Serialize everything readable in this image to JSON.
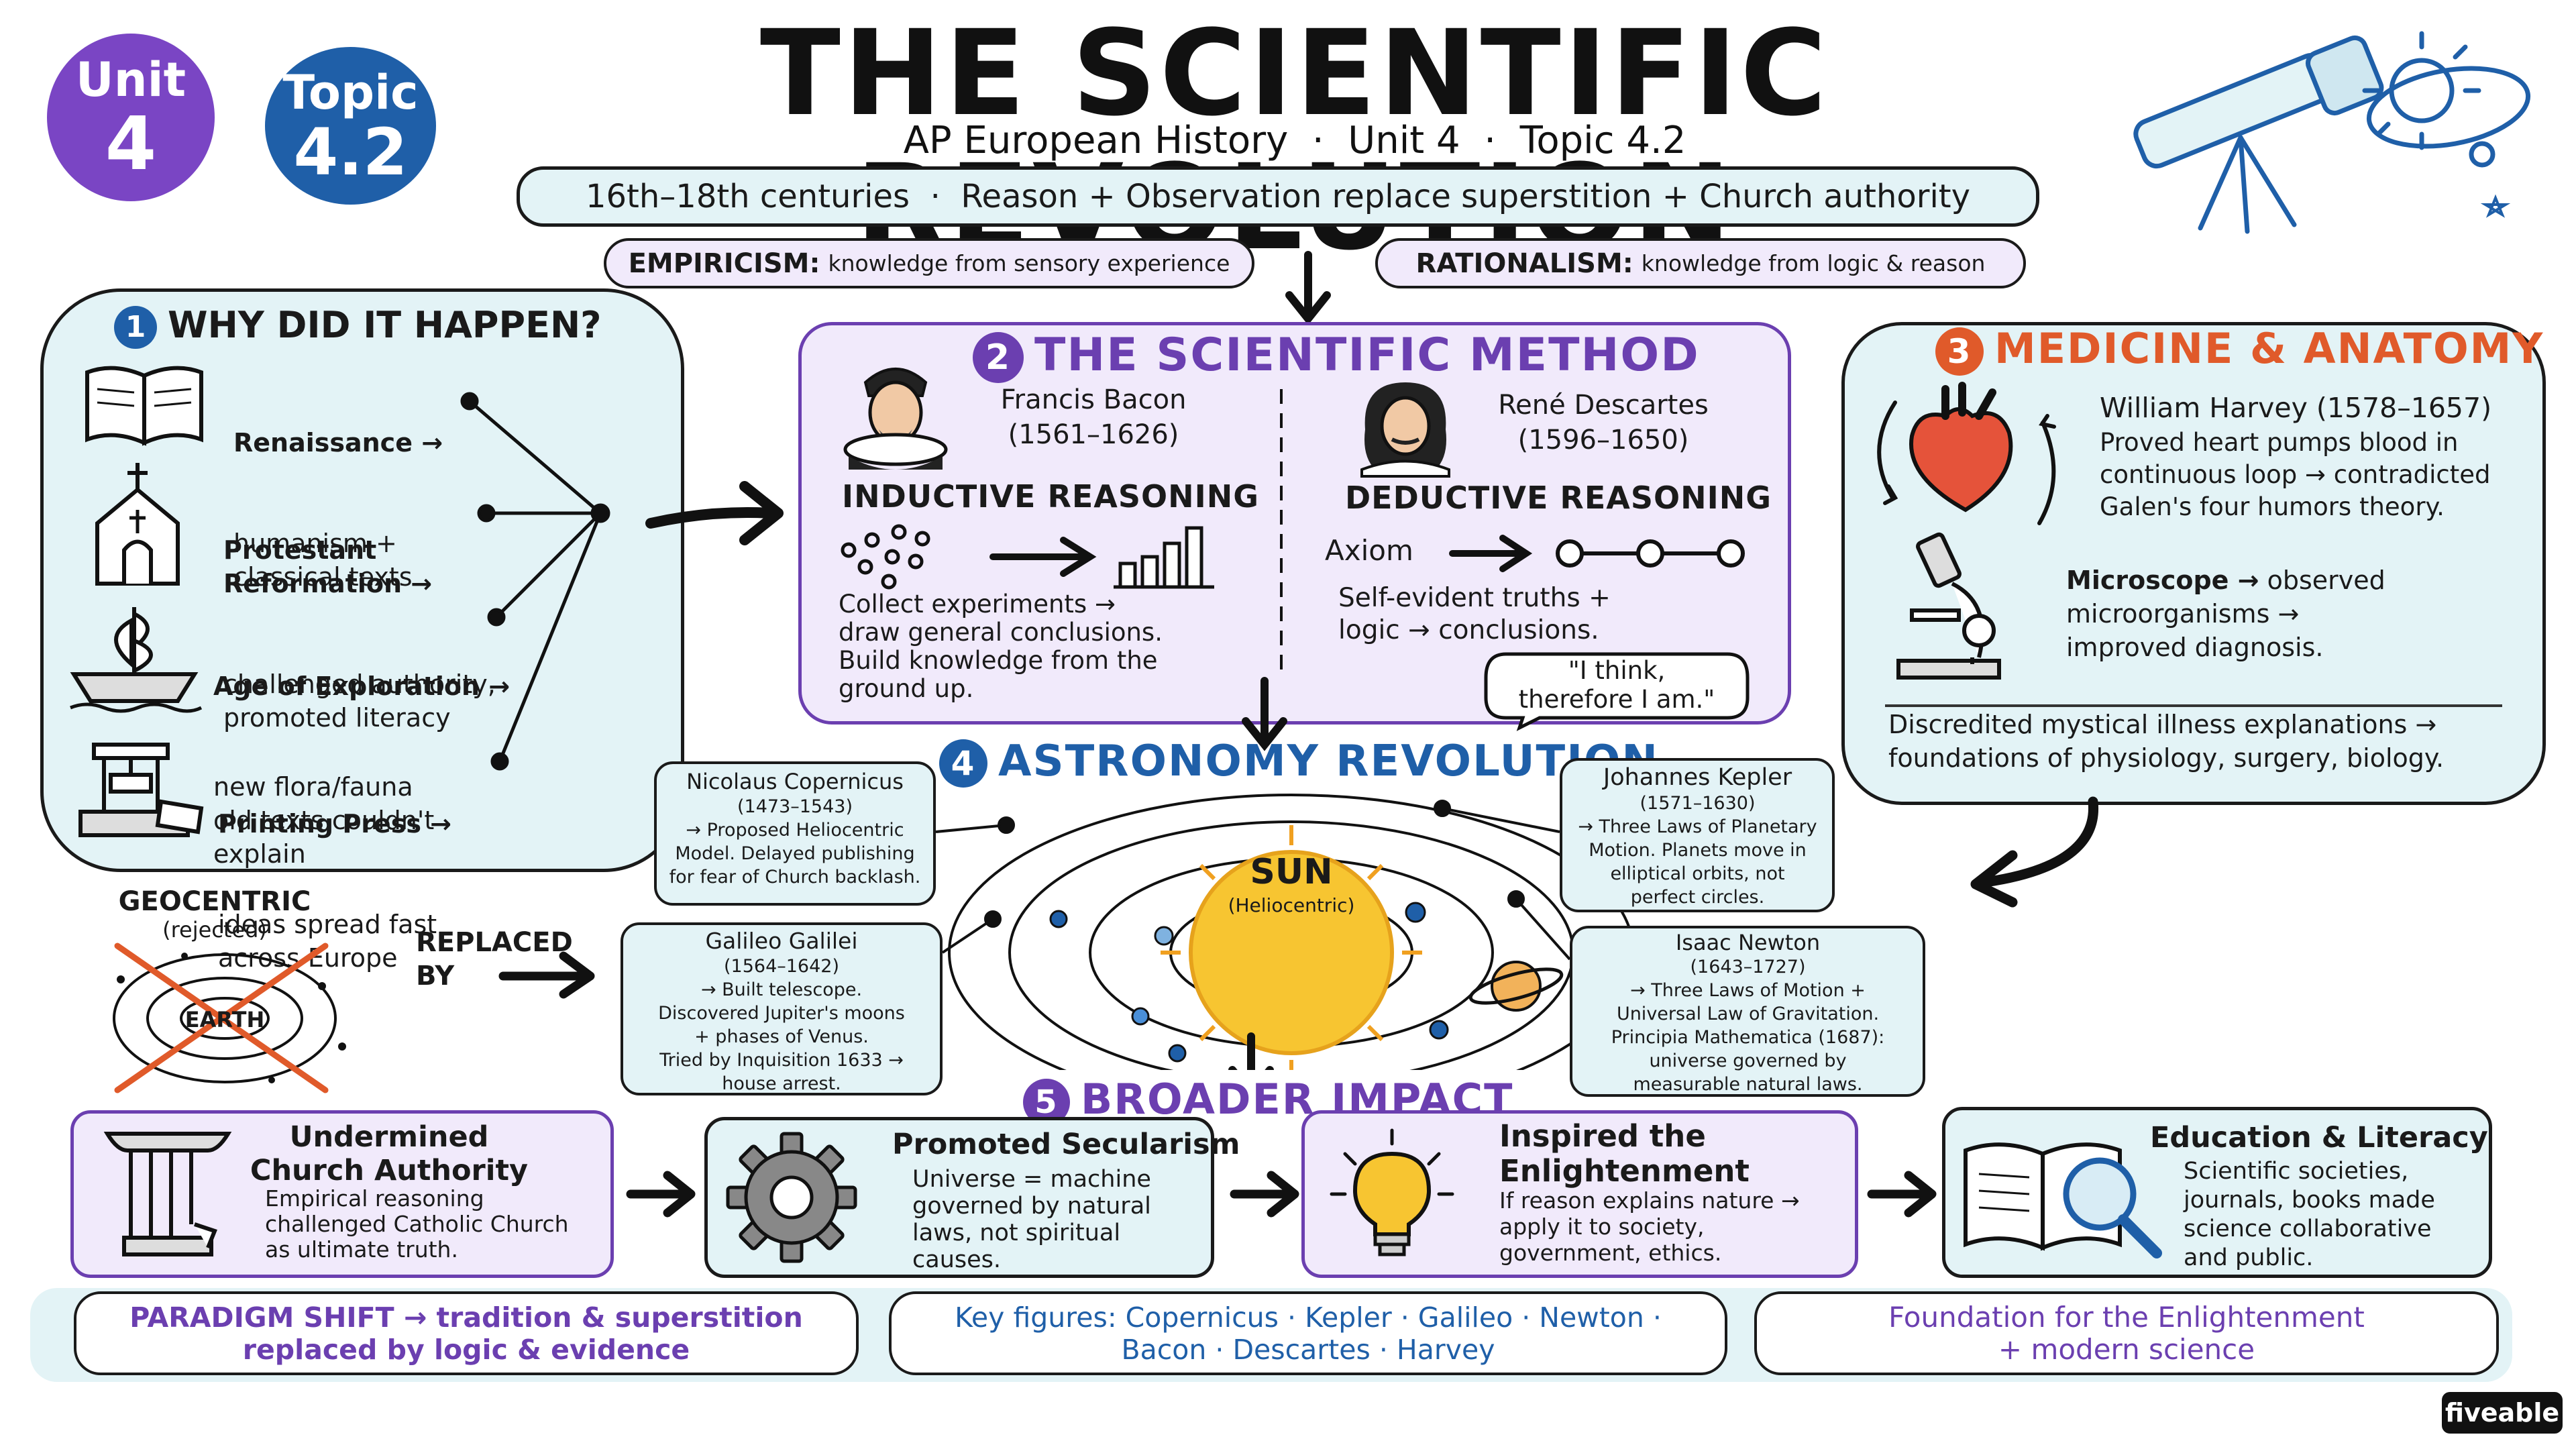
{
  "header": {
    "unit_badge": {
      "label": "Unit",
      "number": "4"
    },
    "topic_badge": {
      "label": "Topic",
      "number": "4.2"
    },
    "title": "THE SCIENTIFIC REVOLUTION",
    "subtitle": "AP European History  ·  Unit 4  ·  Topic 4.2",
    "banner": "16th–18th centuries  ·  Reason + Observation replace superstition + Church authority",
    "empiricism_term": "EMPIRICISM:",
    "empiricism_def": "knowledge from sensory experience",
    "rationalism_term": "RATIONALISM:",
    "rationalism_def": "knowledge from logic & reason"
  },
  "why": {
    "number": "1",
    "title": "WHY DID IT HAPPEN?",
    "items": [
      {
        "title": "Renaissance →",
        "body": "humanism +\nclassical texts"
      },
      {
        "title": "Protestant\nReformation →",
        "body": "challenged authority,\npromoted literacy"
      },
      {
        "title": "Age of Exploration →",
        "body": "new flora/fauna\nold texts couldn't\nexplain"
      },
      {
        "title": "Printing Press →",
        "body": "ideas spread fast\nacross Europe"
      }
    ]
  },
  "method": {
    "number": "2",
    "title": "THE SCIENTIFIC METHOD",
    "bacon": {
      "name": "Francis Bacon",
      "years": "(1561–1626)",
      "heading": "INDUCTIVE REASONING",
      "text": "Collect experiments →\ndraw general conclusions.\nBuild knowledge from the\nground up."
    },
    "descartes": {
      "name": "René Descartes",
      "years": "(1596–1650)",
      "heading": "DEDUCTIVE REASONING",
      "axiom": "Axiom",
      "text": "Self-evident truths +\nlogic → conclusions.",
      "quote": "\"I think,\ntherefore I am.\""
    }
  },
  "medicine": {
    "number": "3",
    "title": "MEDICINE & ANATOMY",
    "harvey": {
      "name": "William Harvey (1578–1657)",
      "text": "Proved heart pumps blood in\ncontinuous loop → contradicted\nGalen's four humors theory."
    },
    "microscope": {
      "title": "Microscope →",
      "rest": " observed",
      "text": "microorganisms →\nimproved diagnosis."
    },
    "footer": "Discredited mystical illness explanations →\nfoundations of physiology, surgery, biology."
  },
  "astronomy": {
    "number": "4",
    "title": "ASTRONOMY REVOLUTION",
    "sun": "SUN",
    "sun_sub": "(Heliocentric)",
    "geocentric": {
      "title": "GEOCENTRIC",
      "sub": "(rejected)",
      "earth": "EARTH"
    },
    "replaced_by": "REPLACED\nBY",
    "copernicus": {
      "name": "Nicolaus Copernicus",
      "years": "(1473–1543)",
      "text": "→ Proposed Heliocentric\nModel. Delayed publishing\nfor fear of Church backlash."
    },
    "galileo": {
      "name": "Galileo Galilei",
      "years": "(1564–1642)",
      "text": "→ Built telescope.\nDiscovered Jupiter's moons\n+ phases of Venus.\nTried by Inquisition 1633 →\nhouse arrest."
    },
    "kepler": {
      "name": "Johannes Kepler",
      "years": "(1571–1630)",
      "text": "→ Three Laws of Planetary\nMotion. Planets move in\nelliptical orbits, not\nperfect circles."
    },
    "newton": {
      "name": "Isaac Newton",
      "years": "(1643–1727)",
      "text": "→ Three Laws of Motion +\nUniversal Law of Gravitation.\nPrincipia Mathematica (1687):\nuniverse governed by\nmeasurable natural laws."
    }
  },
  "impact": {
    "number": "5",
    "title": "BROADER IMPACT",
    "items": [
      {
        "title": "Undermined\nChurch Authority",
        "text": "Empirical reasoning\nchallenged Catholic Church\nas ultimate truth."
      },
      {
        "title": "Promoted Secularism",
        "text": "Universe = machine\ngoverned by natural\nlaws, not spiritual\ncauses."
      },
      {
        "title": "Inspired the\nEnlightenment",
        "text": "If reason explains nature →\napply it to society,\ngovernment, ethics."
      },
      {
        "title": "Education & Literacy",
        "text": "Scientific societies,\njournals, books made\nscience collaborative\nand public."
      }
    ]
  },
  "footer": {
    "paradigm": "PARADIGM SHIFT → tradition & superstition\nreplaced by logic & evidence",
    "key_figures": "Key figures: Copernicus · Kepler · Galileo · Newton ·\nBacon · Descartes · Harvey",
    "foundation": "Foundation for the Enlightenment\n+ modern science",
    "brand": "fiveable"
  },
  "colors": {
    "purple": "#6b3fb0",
    "blue": "#1f5fa8",
    "orange": "#e05a2a",
    "teal_bg": "#e3f3f6",
    "lavender_bg": "#f1eafb",
    "sun": "#f7c531"
  }
}
